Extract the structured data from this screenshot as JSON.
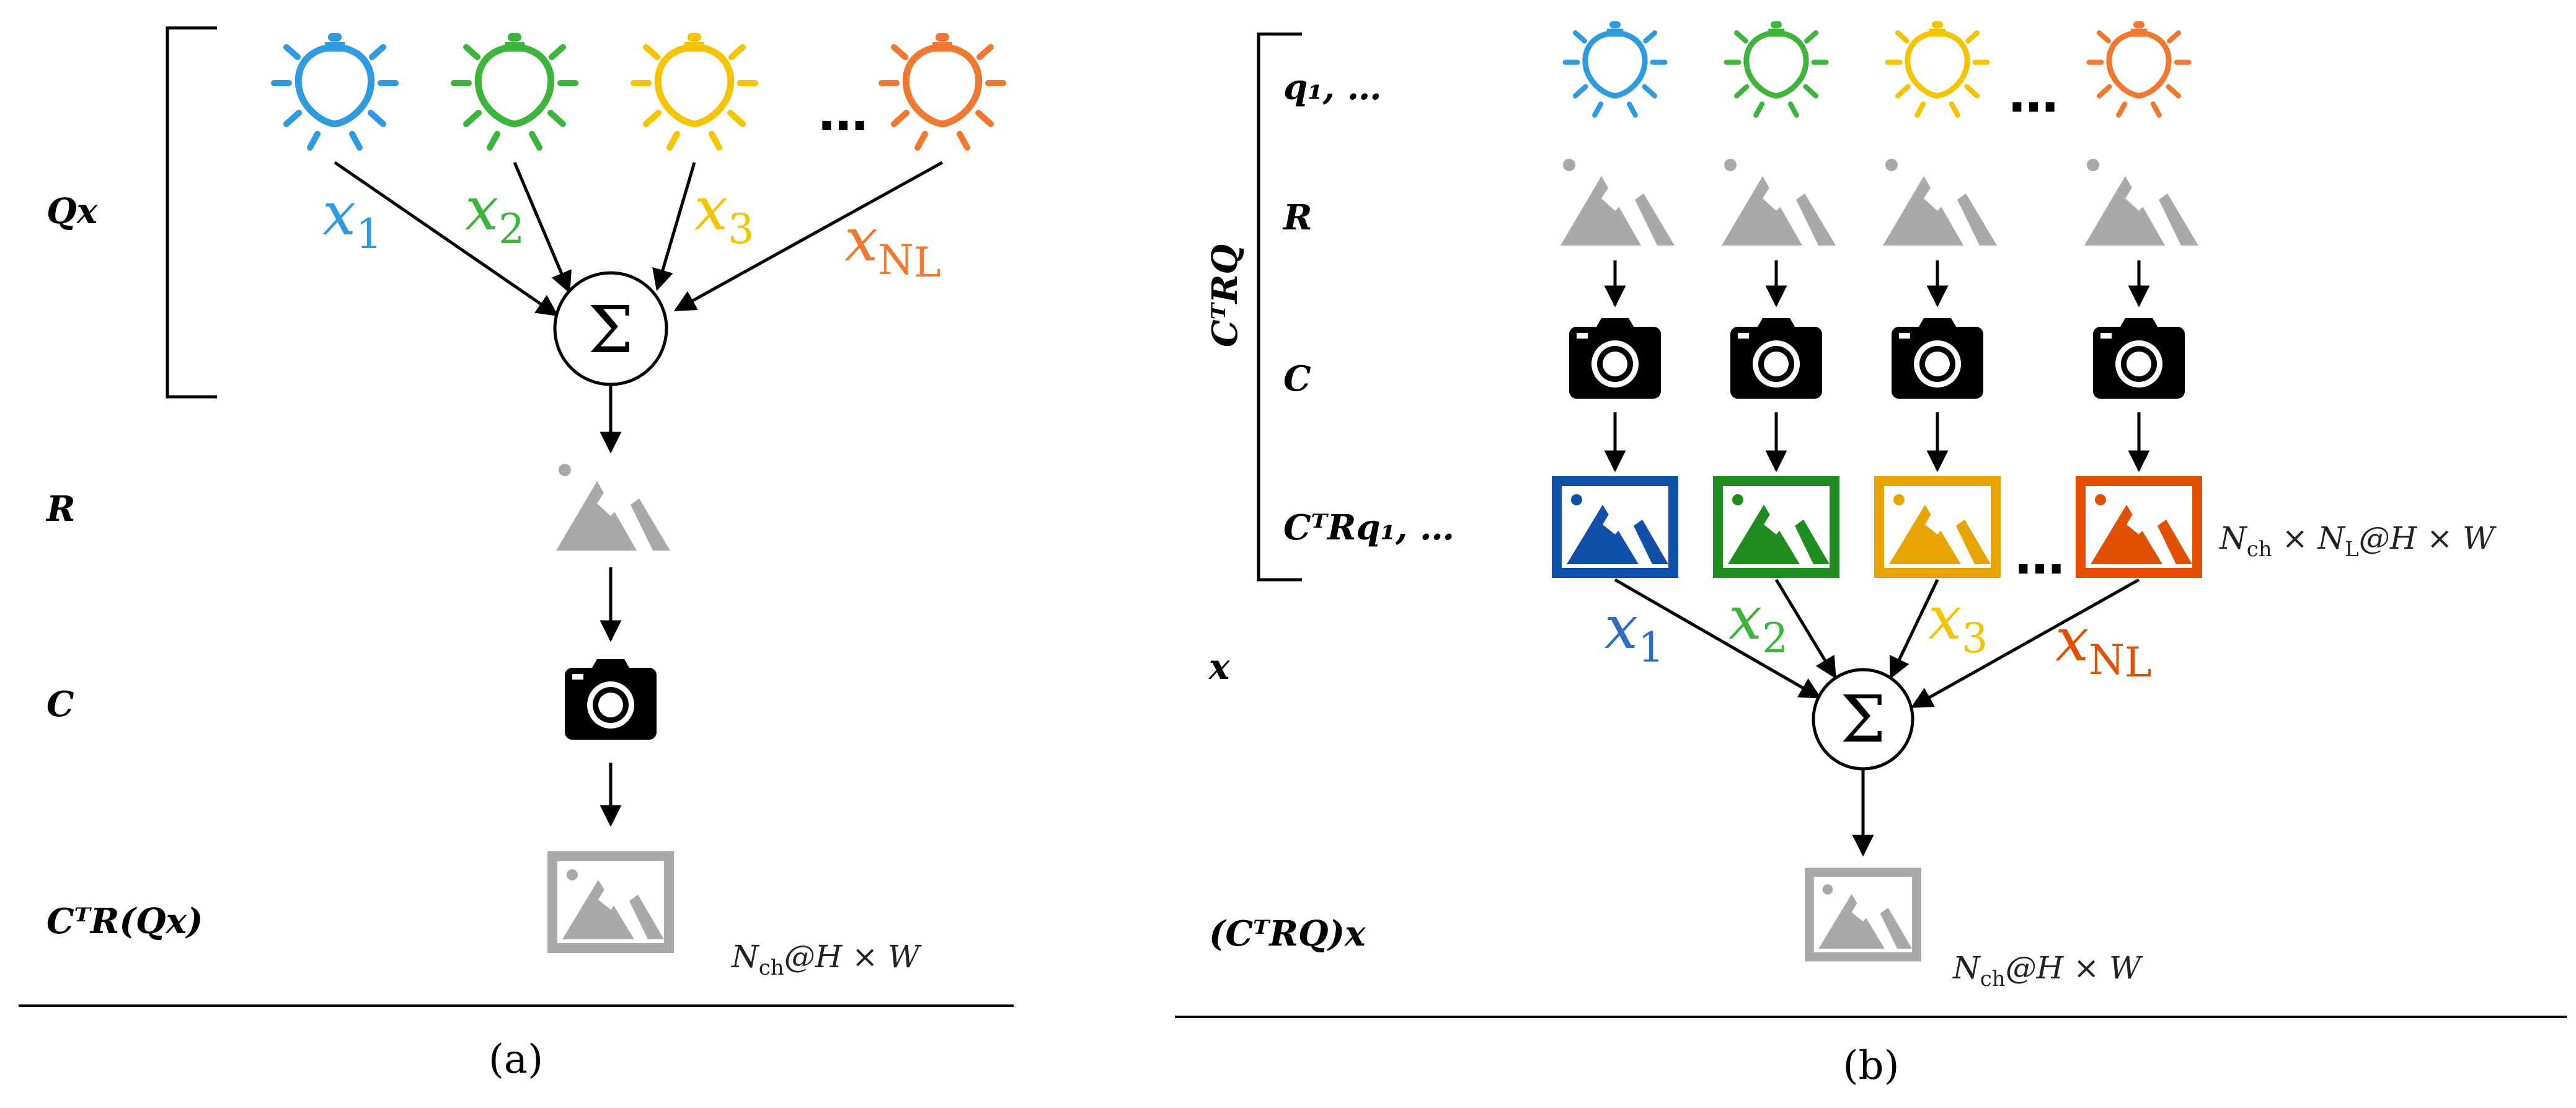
{
  "colors": {
    "blue": "#2e9be0",
    "green": "#3db43c",
    "yellow": "#f5c400",
    "orange": "#f07830",
    "deep_blue": "#1050a8",
    "deep_green": "#1f8c1f",
    "deep_yellow": "#e8a400",
    "deep_orange": "#e05000",
    "gray": "#a9a9a9",
    "black": "#000000"
  },
  "panel_a": {
    "bracket_label": "Qx",
    "weights": [
      {
        "base": "x",
        "sub": "1",
        "color": "blue"
      },
      {
        "base": "x",
        "sub": "2",
        "color": "green"
      },
      {
        "base": "x",
        "sub": "3",
        "color": "yellow"
      },
      {
        "base": "x",
        "sub": "N",
        "sub2": "L",
        "color": "orange"
      }
    ],
    "ellipsis": "…",
    "sum_symbol": "Σ",
    "row_labels": {
      "r": "R",
      "c": "C",
      "out": "CᵀR(Qx)"
    },
    "output_dim": "N_ch@H × W",
    "output_dim_parts": {
      "n": "N",
      "ch": "ch",
      "rest": "@H × W"
    },
    "caption": "(a)",
    "icons": [
      "light-bulb-blue",
      "light-bulb-green",
      "light-bulb-yellow",
      "light-bulb-orange",
      "sum-node",
      "scene-mountain-icon",
      "camera-icon",
      "image-frame-icon"
    ]
  },
  "panel_b": {
    "bracket_label": "CᵀRQ",
    "row_labels": {
      "q": "q₁, …",
      "r": "R",
      "c": "C",
      "img": "CᵀRq₁, …",
      "x": "x",
      "out": "(CᵀRQ)x"
    },
    "weights": [
      {
        "base": "x",
        "sub": "1",
        "color": "blue"
      },
      {
        "base": "x",
        "sub": "2",
        "color": "green"
      },
      {
        "base": "x",
        "sub": "3",
        "color": "yellow"
      },
      {
        "base": "x",
        "sub": "N",
        "sub2": "L",
        "color": "orange"
      }
    ],
    "ellipsis": "…",
    "sum_symbol": "Σ",
    "image_dim_parts": {
      "n": "N",
      "ch": "ch",
      "mid": " × N",
      "l": "L",
      "rest": "@H × W"
    },
    "output_dim_parts": {
      "n": "N",
      "ch": "ch",
      "rest": "@H × W"
    },
    "caption": "(b)"
  }
}
